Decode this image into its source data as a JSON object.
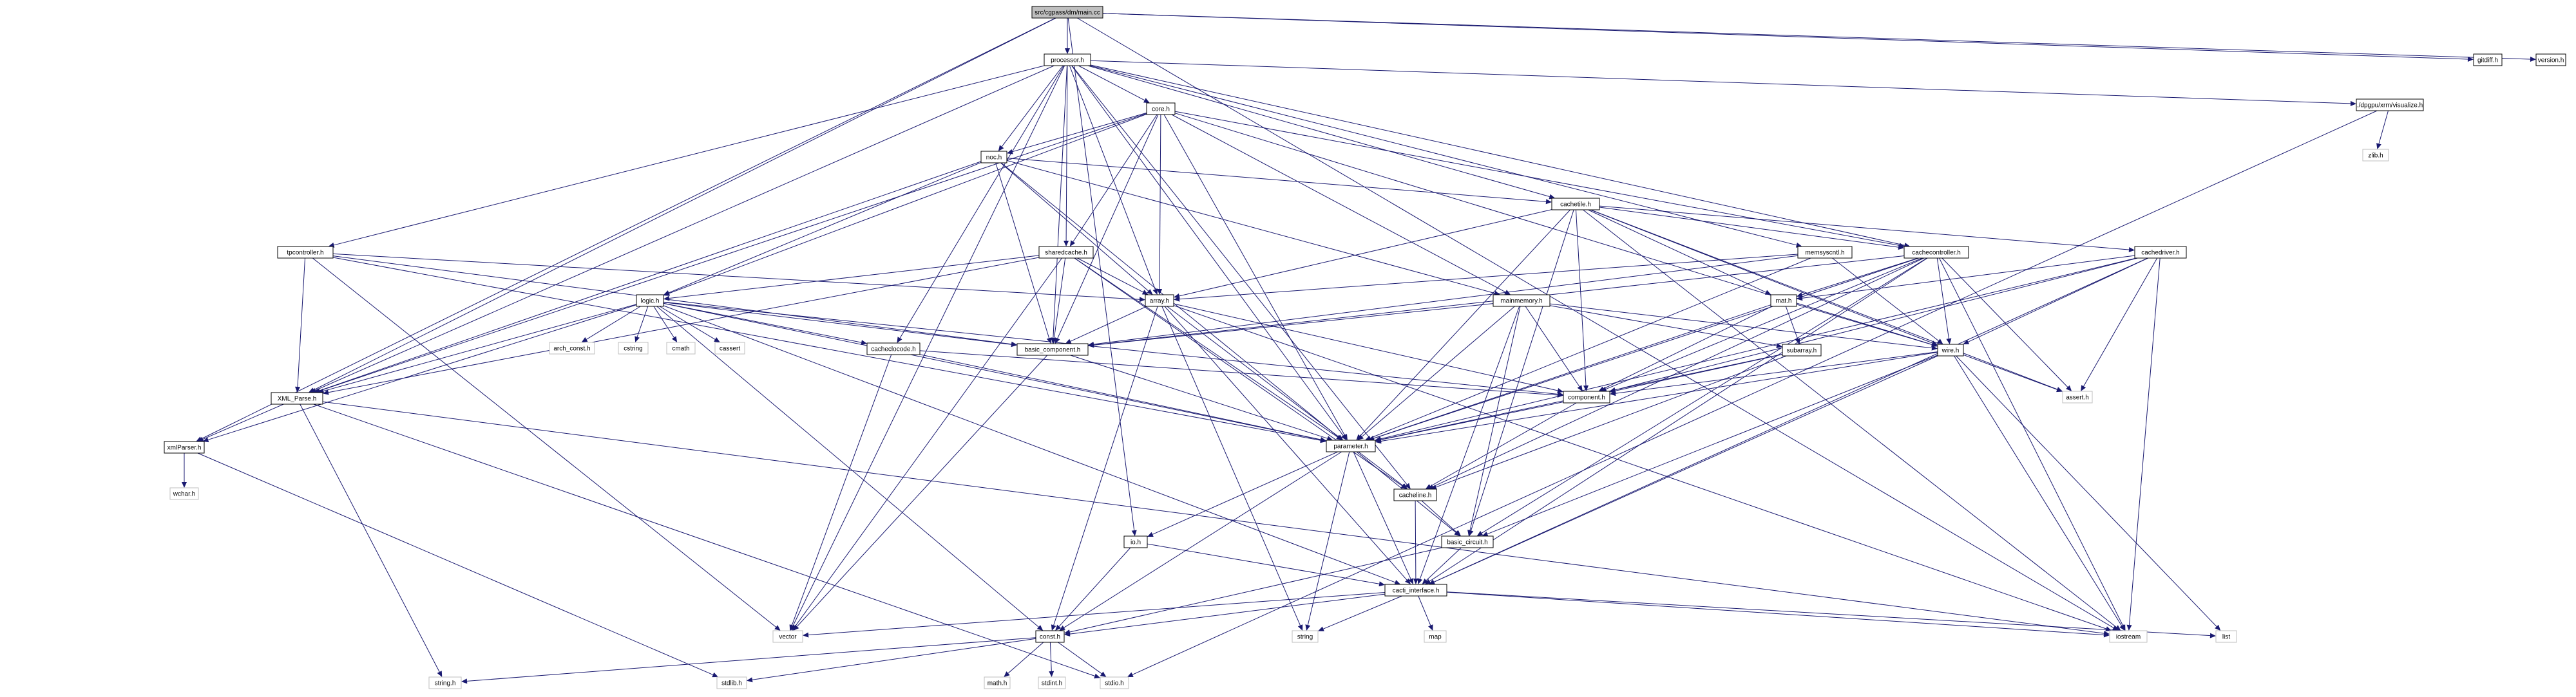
{
  "graph": {
    "nodes": [
      {
        "id": "root",
        "label": "src/cgpass/dm/main.cc",
        "kind": "root"
      },
      {
        "id": "processor",
        "label": "processor.h"
      },
      {
        "id": "gitdiff",
        "label": "gitdiff.h"
      },
      {
        "id": "version",
        "label": "version.h"
      },
      {
        "id": "core",
        "label": "core.h"
      },
      {
        "id": "dpgpu",
        "label": "./dpgpu/xrm/visualize.h"
      },
      {
        "id": "zlib",
        "label": "zlib.h",
        "kind": "ext"
      },
      {
        "id": "noc",
        "label": "noc.h"
      },
      {
        "id": "cachetile",
        "label": "cachetile.h"
      },
      {
        "id": "tpcontroller",
        "label": "tpcontroller.h"
      },
      {
        "id": "sharedcache",
        "label": "sharedcache.h"
      },
      {
        "id": "memsyscntl",
        "label": "memsyscntl.h"
      },
      {
        "id": "cachecontroller",
        "label": "cachecontroller.h"
      },
      {
        "id": "cachedriver",
        "label": "cachedriver.h"
      },
      {
        "id": "array",
        "label": "array.h"
      },
      {
        "id": "logic",
        "label": "logic.h"
      },
      {
        "id": "mainmemory",
        "label": "mainmemory.h"
      },
      {
        "id": "mat",
        "label": "mat.h"
      },
      {
        "id": "arch_const",
        "label": "arch_const.h",
        "kind": "ext"
      },
      {
        "id": "cstring",
        "label": "cstring",
        "kind": "ext"
      },
      {
        "id": "cmath",
        "label": "cmath",
        "kind": "ext"
      },
      {
        "id": "cassert",
        "label": "cassert",
        "kind": "ext"
      },
      {
        "id": "cacheclocode",
        "label": "cacheclocode.h"
      },
      {
        "id": "basic_component",
        "label": "basic_component.h"
      },
      {
        "id": "subarray",
        "label": "subarray.h"
      },
      {
        "id": "wire",
        "label": "wire.h"
      },
      {
        "id": "xmlParse",
        "label": "XML_Parse.h"
      },
      {
        "id": "component",
        "label": "component.h"
      },
      {
        "id": "assert",
        "label": "assert.h",
        "kind": "ext"
      },
      {
        "id": "xmlParser",
        "label": "xmlParser.h"
      },
      {
        "id": "wchar",
        "label": "wchar.h",
        "kind": "ext"
      },
      {
        "id": "parameter",
        "label": "parameter.h"
      },
      {
        "id": "cacheline",
        "label": "cacheline.h"
      },
      {
        "id": "io",
        "label": "io.h"
      },
      {
        "id": "basic_circuit",
        "label": "basic_circuit.h"
      },
      {
        "id": "cacti_interface",
        "label": "cacti_interface.h"
      },
      {
        "id": "vector",
        "label": "vector",
        "kind": "ext"
      },
      {
        "id": "const",
        "label": "const.h"
      },
      {
        "id": "string",
        "label": "string",
        "kind": "ext"
      },
      {
        "id": "map",
        "label": "map",
        "kind": "ext"
      },
      {
        "id": "iostream",
        "label": "iostream",
        "kind": "ext"
      },
      {
        "id": "list",
        "label": "list",
        "kind": "ext"
      },
      {
        "id": "stringh",
        "label": "string.h",
        "kind": "ext"
      },
      {
        "id": "stdlib",
        "label": "stdlib.h",
        "kind": "ext"
      },
      {
        "id": "mathh",
        "label": "math.h",
        "kind": "ext"
      },
      {
        "id": "stdint",
        "label": "stdint.h",
        "kind": "ext"
      },
      {
        "id": "stdio",
        "label": "stdio.h",
        "kind": "ext"
      }
    ],
    "edges": [
      [
        "root",
        "processor"
      ],
      [
        "root",
        "gitdiff"
      ],
      [
        "root",
        "version"
      ],
      [
        "root",
        "io"
      ],
      [
        "root",
        "xmlParse"
      ],
      [
        "root",
        "xmlParser"
      ],
      [
        "root",
        "iostream"
      ],
      [
        "processor",
        "core"
      ],
      [
        "processor",
        "dpgpu"
      ],
      [
        "processor",
        "noc"
      ],
      [
        "processor",
        "cachetile"
      ],
      [
        "processor",
        "tpcontroller"
      ],
      [
        "processor",
        "sharedcache"
      ],
      [
        "processor",
        "memsyscntl"
      ],
      [
        "processor",
        "cachecontroller"
      ],
      [
        "processor",
        "array"
      ],
      [
        "processor",
        "basic_component"
      ],
      [
        "processor",
        "xmlParse"
      ],
      [
        "processor",
        "parameter"
      ],
      [
        "processor",
        "cacheline"
      ],
      [
        "processor",
        "vector"
      ],
      [
        "processor",
        "cacheclocode"
      ],
      [
        "dpgpu",
        "zlib"
      ],
      [
        "dpgpu",
        "stdio"
      ],
      [
        "core",
        "noc"
      ],
      [
        "core",
        "sharedcache"
      ],
      [
        "core",
        "array"
      ],
      [
        "core",
        "logic"
      ],
      [
        "core",
        "mainmemory"
      ],
      [
        "core",
        "basic_component"
      ],
      [
        "core",
        "parameter"
      ],
      [
        "core",
        "cachecontroller"
      ],
      [
        "core",
        "wire"
      ],
      [
        "core",
        "xmlParse"
      ],
      [
        "noc",
        "cachetile"
      ],
      [
        "noc",
        "array"
      ],
      [
        "noc",
        "logic"
      ],
      [
        "noc",
        "basic_component"
      ],
      [
        "noc",
        "mainmemory"
      ],
      [
        "noc",
        "xmlParse"
      ],
      [
        "noc",
        "basic_circuit"
      ],
      [
        "cachetile",
        "cachedriver"
      ],
      [
        "cachetile",
        "cachecontroller"
      ],
      [
        "cachetile",
        "array"
      ],
      [
        "cachetile",
        "mat"
      ],
      [
        "cachetile",
        "wire"
      ],
      [
        "cachetile",
        "component"
      ],
      [
        "cachetile",
        "parameter"
      ],
      [
        "cachetile",
        "basic_circuit"
      ],
      [
        "cachetile",
        "assert"
      ],
      [
        "cachetile",
        "iostream"
      ],
      [
        "tpcontroller",
        "array"
      ],
      [
        "tpcontroller",
        "xmlParse"
      ],
      [
        "tpcontroller",
        "basic_component"
      ],
      [
        "tpcontroller",
        "parameter"
      ],
      [
        "tpcontroller",
        "vector"
      ],
      [
        "sharedcache",
        "array"
      ],
      [
        "sharedcache",
        "logic"
      ],
      [
        "sharedcache",
        "basic_component"
      ],
      [
        "sharedcache",
        "xmlParse"
      ],
      [
        "sharedcache",
        "parameter"
      ],
      [
        "sharedcache",
        "vector"
      ],
      [
        "sharedcache",
        "cacheline"
      ],
      [
        "memsyscntl",
        "array"
      ],
      [
        "memsyscntl",
        "basic_component"
      ],
      [
        "memsyscntl",
        "parameter"
      ],
      [
        "memsyscntl",
        "wire"
      ],
      [
        "cachecontroller",
        "mat"
      ],
      [
        "cachecontroller",
        "wire"
      ],
      [
        "cachecontroller",
        "parameter"
      ],
      [
        "cachecontroller",
        "component"
      ],
      [
        "cachecontroller",
        "assert"
      ],
      [
        "cachecontroller",
        "iostream"
      ],
      [
        "cachecontroller",
        "basic_circuit"
      ],
      [
        "cachecontroller",
        "cacti_interface"
      ],
      [
        "cachecontroller",
        "basic_component"
      ],
      [
        "cachecontroller",
        "cacheline"
      ],
      [
        "cachedriver",
        "mat"
      ],
      [
        "cachedriver",
        "wire"
      ],
      [
        "cachedriver",
        "component"
      ],
      [
        "cachedriver",
        "parameter"
      ],
      [
        "cachedriver",
        "cacti_interface"
      ],
      [
        "cachedriver",
        "assert"
      ],
      [
        "cachedriver",
        "iostream"
      ],
      [
        "array",
        "basic_component"
      ],
      [
        "array",
        "component"
      ],
      [
        "array",
        "parameter"
      ],
      [
        "array",
        "const"
      ],
      [
        "array",
        "cacti_interface"
      ],
      [
        "array",
        "string"
      ],
      [
        "array",
        "iostream"
      ],
      [
        "logic",
        "arch_const"
      ],
      [
        "logic",
        "cstring"
      ],
      [
        "logic",
        "cmath"
      ],
      [
        "logic",
        "cassert"
      ],
      [
        "logic",
        "cacheclocode"
      ],
      [
        "logic",
        "basic_component"
      ],
      [
        "logic",
        "xmlParse"
      ],
      [
        "logic",
        "parameter"
      ],
      [
        "logic",
        "xmlParser"
      ],
      [
        "logic",
        "const"
      ],
      [
        "logic",
        "cacti_interface"
      ],
      [
        "logic",
        "component"
      ],
      [
        "mainmemory",
        "basic_component"
      ],
      [
        "mainmemory",
        "subarray"
      ],
      [
        "mainmemory",
        "component"
      ],
      [
        "mainmemory",
        "parameter"
      ],
      [
        "mainmemory",
        "wire"
      ],
      [
        "mainmemory",
        "basic_circuit"
      ],
      [
        "mainmemory",
        "cacti_interface"
      ],
      [
        "mat",
        "subarray"
      ],
      [
        "mat",
        "wire"
      ],
      [
        "mat",
        "component"
      ],
      [
        "mat",
        "parameter"
      ],
      [
        "cacheclocode",
        "component"
      ],
      [
        "cacheclocode",
        "parameter"
      ],
      [
        "cacheclocode",
        "vector"
      ],
      [
        "basic_component",
        "parameter"
      ],
      [
        "basic_component",
        "vector"
      ],
      [
        "subarray",
        "component"
      ],
      [
        "subarray",
        "parameter"
      ],
      [
        "subarray",
        "cacheline"
      ],
      [
        "wire",
        "component"
      ],
      [
        "wire",
        "parameter"
      ],
      [
        "wire",
        "basic_circuit"
      ],
      [
        "wire",
        "cacti_interface"
      ],
      [
        "wire",
        "assert"
      ],
      [
        "wire",
        "iostream"
      ],
      [
        "wire",
        "list"
      ],
      [
        "xmlParse",
        "xmlParser"
      ],
      [
        "xmlParse",
        "stringh"
      ],
      [
        "xmlParse",
        "stdio"
      ],
      [
        "xmlParse",
        "iostream"
      ],
      [
        "component",
        "parameter"
      ],
      [
        "component",
        "cacheline"
      ],
      [
        "xmlParser",
        "wchar"
      ],
      [
        "xmlParser",
        "stdlib"
      ],
      [
        "parameter",
        "io"
      ],
      [
        "parameter",
        "cacheline"
      ],
      [
        "parameter",
        "const"
      ],
      [
        "parameter",
        "cacti_interface"
      ],
      [
        "parameter",
        "string"
      ],
      [
        "cacheline",
        "basic_circuit"
      ],
      [
        "cacheline",
        "cacti_interface"
      ],
      [
        "io",
        "const"
      ],
      [
        "io",
        "cacti_interface"
      ],
      [
        "basic_circuit",
        "cacti_interface"
      ],
      [
        "basic_circuit",
        "const"
      ],
      [
        "cacti_interface",
        "vector"
      ],
      [
        "cacti_interface",
        "const"
      ],
      [
        "cacti_interface",
        "string"
      ],
      [
        "cacti_interface",
        "map"
      ],
      [
        "cacti_interface",
        "iostream"
      ],
      [
        "cacti_interface",
        "list"
      ],
      [
        "const",
        "stringh"
      ],
      [
        "const",
        "stdlib"
      ],
      [
        "const",
        "mathh"
      ],
      [
        "const",
        "stdint"
      ],
      [
        "const",
        "stdio"
      ]
    ]
  }
}
